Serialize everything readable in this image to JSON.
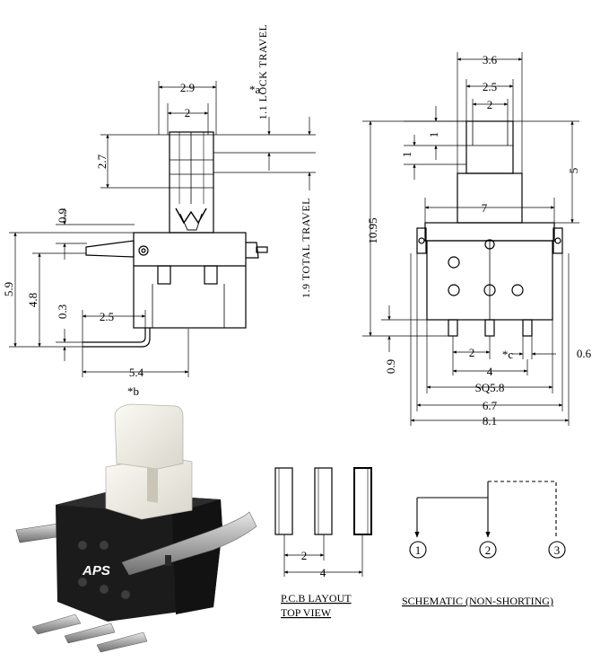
{
  "dimensions": {
    "side": {
      "d_2_9": "2.9",
      "d_2": "2",
      "d_2_7": "2.7",
      "d_0_9": "0.9",
      "d_5_9": "5.9",
      "d_4_8": "4.8",
      "d_0_3": "0.3",
      "d_2_5": "2.5",
      "d_5_4": "5.4"
    },
    "front": {
      "d_3_6": "3.6",
      "d_2_5": "2.5",
      "d_2": "2",
      "d_1a": "1",
      "d_1b": "1",
      "d_5": "5",
      "d_7": "7",
      "d_10_95": "10.95",
      "d_0_9": "0.9",
      "d_pin_2": "2",
      "d_0_6": "0.6",
      "d_4": "4",
      "d_sq": "SQ5.8",
      "d_6_7": "6.7",
      "d_8_1": "8.1"
    },
    "pcb": {
      "d_2": "2",
      "d_4": "4"
    }
  },
  "labels": {
    "lock_travel": "1.1 LOCK TRAVEL",
    "total_travel": "1.9 TOTAL TRAVEL",
    "note_a": "*a",
    "note_b": "*b",
    "note_c": "*c",
    "pcb_title": "P.C.B LAYOUT",
    "pcb_subtitle": "TOP VIEW",
    "schematic_title": "SCHEMATIC (NON-SHORTING)",
    "pin1": "1",
    "pin2": "2",
    "pin3": "3",
    "brand": "APS"
  }
}
